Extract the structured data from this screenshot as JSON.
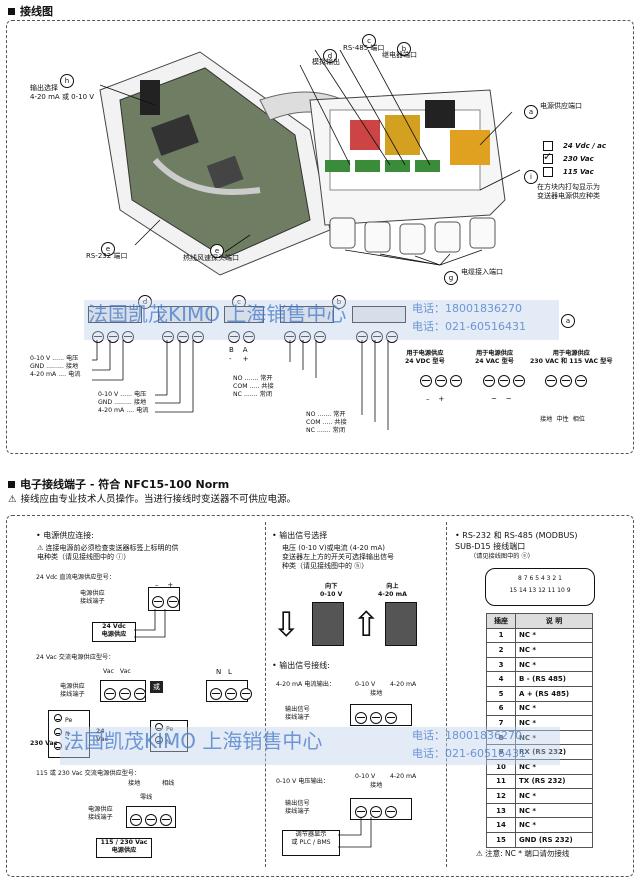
{
  "section1": {
    "title": "接线图"
  },
  "callouts": {
    "h_label": "输出选择\n4-20 mA 或 0-10 V",
    "d_label": "模拟输出",
    "c_label": "RS-485 端口",
    "b_label": "继电器端口",
    "a_label": "电源供应端口",
    "e1_label": "RS-232 端口",
    "e2_label": "热线风速探头端口",
    "g_label": "电缆接入端口",
    "i_label": "在方块内打勾显示为\n变送器电源供应种类",
    "letters": {
      "a": "a",
      "b": "b",
      "c": "c",
      "d": "d",
      "e": "e",
      "g": "g",
      "h": "h",
      "i": "i"
    }
  },
  "voltage_options": [
    "24 Vdc / ac",
    "230 Vac",
    "115 Vac"
  ],
  "checkmark": "✓",
  "terminal_strip": {
    "analog_lines": [
      "0-10 V ...... 电压",
      "GND ......... 接地",
      "4-20 mA .... 电流"
    ],
    "analog_lines2": [
      "0-10 V ...... 电压",
      "GND ......... 接地",
      "4-20 mA .... 电流"
    ],
    "rs485_pins": [
      "B",
      "A"
    ],
    "rs485_signs": [
      "-",
      "+"
    ],
    "relay_lines1": [
      "NO ....... 常开",
      "COM ..... 共接",
      "NC ....... 常闭"
    ],
    "relay_lines2": [
      "NO ....... 常开",
      "COM ..... 共接",
      "NC ....... 常闭"
    ],
    "power24vdc": "用于电源供应\n24 VDC 型号",
    "power24vac": "用于电源供应\n24 VAC 型号",
    "power230": "用于电源供应\n230 VAC 和 115 VAC 型号",
    "minus": "–",
    "plus": "+",
    "tilde": "~",
    "earth_labels": [
      "接地",
      "中性",
      "相位"
    ]
  },
  "section2": {
    "title": "电子接线端子 - 符合 NFC15-100 Norm",
    "warning": "接线应由专业技术人员操作。当进行接线时变送器不可供应电源。"
  },
  "power_panel": {
    "heading": "电源供应连接:",
    "note": "连接电源前必须检查变送器标签上标明的供\n电种类（请见接线图中的 ⓘ）",
    "dc_title": "24 Vdc 直流电源供应型号：",
    "terminal_label": "电源供应\n接线端子",
    "dc_box": "24 Vdc\n电源供应",
    "ac_title": "24 Vac 交流电源供应型号：",
    "vac_labels": [
      "Vac",
      "Vac"
    ],
    "or": "或",
    "ac_left_pins": [
      "Pe",
      "N",
      "L"
    ],
    "ac_left_label": "230 Vac",
    "ac_right_pins": [
      "Pe",
      "N"
    ],
    "n_l": [
      "N",
      "L"
    ],
    "v24ac": "24\nVac",
    "ac230_title": "115 或 230 Vac 交流电源供应型号：",
    "earth": "接地",
    "phase": "相线",
    "neutral": "零线",
    "ac230_box": "115 / 230 Vac\n电源供应"
  },
  "output_panel": {
    "heading1": "输出信号选择",
    "desc": "电压 (0-10 V)或电流 (4-20 mA)\n变送器左上方的开关可选择输出信号\n种类（请见接线图中的 ⓗ）",
    "down": "向下\n0-10 V",
    "up": "向上\n4-20 mA",
    "heading2": "输出信号接线:",
    "mA_title": "4-20 mA 电流输出：",
    "v_title": "0-10 V 电压输出：",
    "ten_v": "0-10 V",
    "four_ma": "4-20 mA",
    "ground": "接地",
    "terminal": "输出信号\n接线端子",
    "regulator": "调节器显示\n或 PLC / BMS"
  },
  "rs_panel": {
    "heading": "RS-232 和 RS-485 (MODBUS)\nSUB-D15 接线端口",
    "sub": "（请见接线图中的 ⓔ）",
    "top_pins": "8 7 6 5 4 3 2 1",
    "bottom_pins": "15 14 13 12 11 10 9",
    "col_pin": "插座",
    "col_desc": "说 明",
    "rows": [
      [
        "1",
        "NC  *"
      ],
      [
        "2",
        "NC  *"
      ],
      [
        "3",
        "NC  *"
      ],
      [
        "4",
        "B -  (RS 485)"
      ],
      [
        "5",
        "A +  (RS 485)"
      ],
      [
        "6",
        "NC  *"
      ],
      [
        "7",
        "NC  *"
      ],
      [
        "8",
        "NC  *"
      ],
      [
        "9",
        "RX  (RS 232)"
      ],
      [
        "10",
        "NC  *"
      ],
      [
        "11",
        "TX  (RS 232)"
      ],
      [
        "12",
        "NC  *"
      ],
      [
        "13",
        "NC  *"
      ],
      [
        "14",
        "NC  *"
      ],
      [
        "15",
        "GND (RS 232)"
      ]
    ],
    "footnote": "注意: NC * 端口请勿接线"
  },
  "watermark": {
    "name": "法国凯茂KIMO 上海销售中心",
    "phone": "电话：18001836270",
    "phone2": "电话：021-60516431"
  }
}
